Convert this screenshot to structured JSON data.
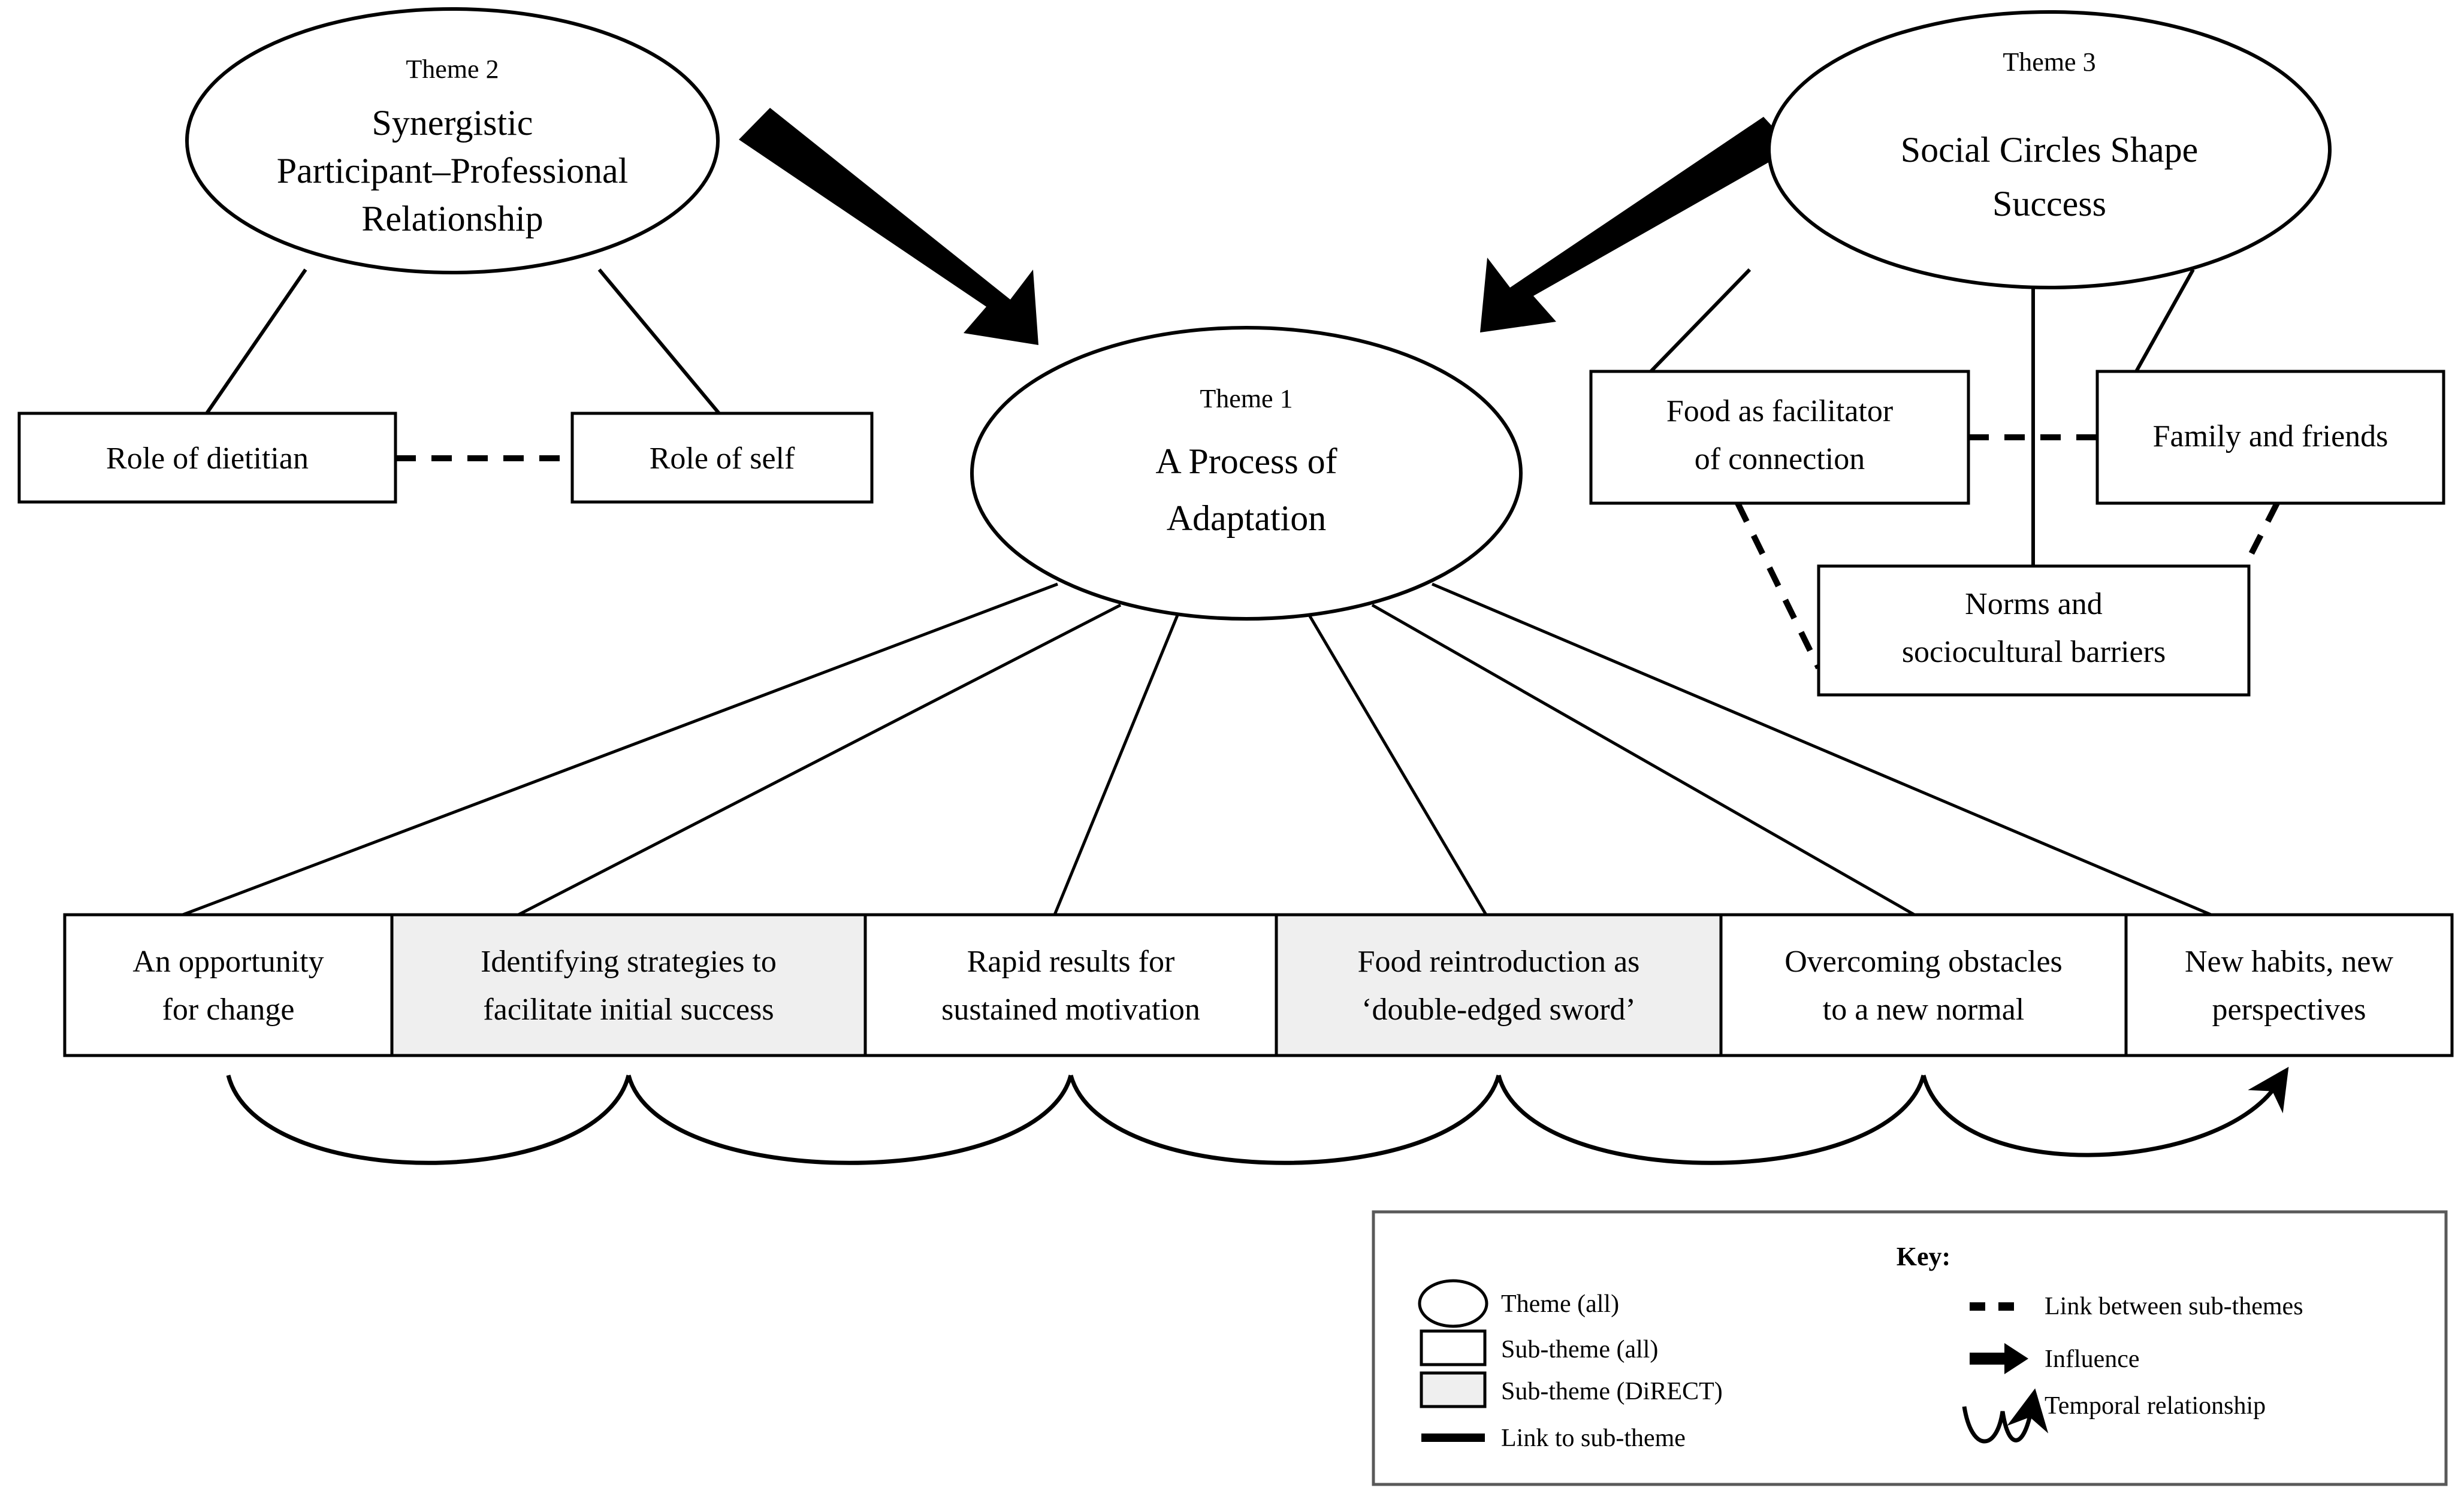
{
  "diagram": {
    "themes": [
      {
        "id": "theme1",
        "label": "Theme 1",
        "title_line1": "A Process of",
        "title_line2": "Adaptation"
      },
      {
        "id": "theme2",
        "label": "Theme 2",
        "title_line1": "Synergistic",
        "title_line2": "Participant–Professional",
        "title_line3": "Relationship"
      },
      {
        "id": "theme3",
        "label": "Theme 3",
        "title_line1": "Social Circles Shape",
        "title_line2": "Success"
      }
    ],
    "theme2_subthemes": [
      {
        "id": "role-of-dietitian",
        "line1": "Role of dietitian",
        "line2": "",
        "shaded": false
      },
      {
        "id": "role-of-self",
        "line1": "Role of self",
        "line2": "",
        "shaded": false
      }
    ],
    "theme3_subthemes": [
      {
        "id": "food-as-facilitator",
        "line1": "Food as facilitator",
        "line2": "of connection",
        "shaded": false
      },
      {
        "id": "family-and-friends",
        "line1": "Family and friends",
        "line2": "",
        "shaded": false
      },
      {
        "id": "norms-and-sociocultural-barriers",
        "line1": "Norms and",
        "line2": "sociocultural barriers",
        "shaded": false
      }
    ],
    "theme1_subthemes": [
      {
        "id": "an-opportunity-for-change",
        "line1": "An opportunity",
        "line2": "for change",
        "shaded": false
      },
      {
        "id": "identifying-strategies",
        "line1": "Identifying strategies  to",
        "line2": "facilitate initial success",
        "shaded": true
      },
      {
        "id": "rapid-results",
        "line1": "Rapid results for",
        "line2": "sustained  motivation",
        "shaded": false
      },
      {
        "id": "food-reintroduction",
        "line1": "Food reintroduction as",
        "line2": "‘double-edged  sword’",
        "shaded": true
      },
      {
        "id": "overcoming-obstacles",
        "line1": "Overcoming obstacles",
        "line2": "to a new normal",
        "shaded": false
      },
      {
        "id": "new-habits",
        "line1": "New habits, new",
        "line2": "perspectives",
        "shaded": false
      }
    ],
    "key": {
      "title": "Key:",
      "left_items": [
        {
          "id": "theme-all",
          "glyph": "ellipse",
          "label": "Theme (all)"
        },
        {
          "id": "sub-theme-all",
          "glyph": "rect",
          "label": "Sub-theme (all)"
        },
        {
          "id": "sub-theme-direct",
          "glyph": "rect-shaded",
          "label": "Sub-theme (DiRECT)"
        },
        {
          "id": "link-to-sub-theme",
          "glyph": "solid-line",
          "label": "Link to sub-theme"
        }
      ],
      "right_items": [
        {
          "id": "link-between-sub-themes",
          "glyph": "dashed-line",
          "label": "Link between sub-themes"
        },
        {
          "id": "influence",
          "glyph": "block-arrow",
          "label": "Influence"
        },
        {
          "id": "temporal-relationship",
          "glyph": "wave-arrow",
          "label": "Temporal relationship"
        }
      ]
    },
    "colors": {
      "shaded_fill": "#efefef",
      "stroke": "#000000",
      "key_border": "#595959",
      "background": "#ffffff"
    }
  }
}
